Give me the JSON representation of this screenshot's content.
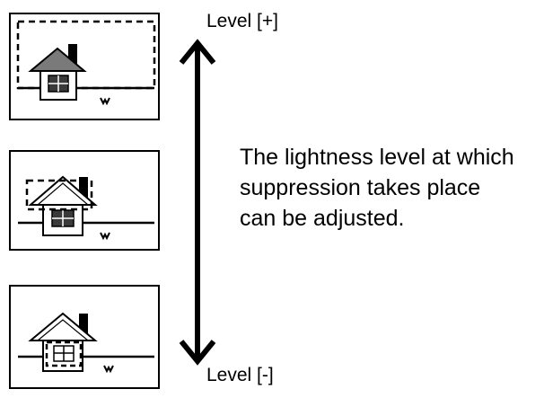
{
  "labels": {
    "level_plus": "Level [+]",
    "level_minus": "Level [-]"
  },
  "caption": {
    "line1": "The lightness level at which",
    "line2": "suppression takes place",
    "line3": "can be adjusted."
  },
  "colors": {
    "ink": "#000000",
    "roof_gray": "#7a7a7a",
    "window_dark": "#3a3a3a",
    "background": "#ffffff"
  },
  "panels": [
    {
      "id": "level-high",
      "suppressed_region": "sky-and-house"
    },
    {
      "id": "level-mid",
      "suppressed_region": "roof-and-chimney"
    },
    {
      "id": "level-low",
      "suppressed_region": "window"
    }
  ],
  "arrow": {
    "direction": "bidirectional-vertical",
    "icon": "double-arrow-icon"
  }
}
